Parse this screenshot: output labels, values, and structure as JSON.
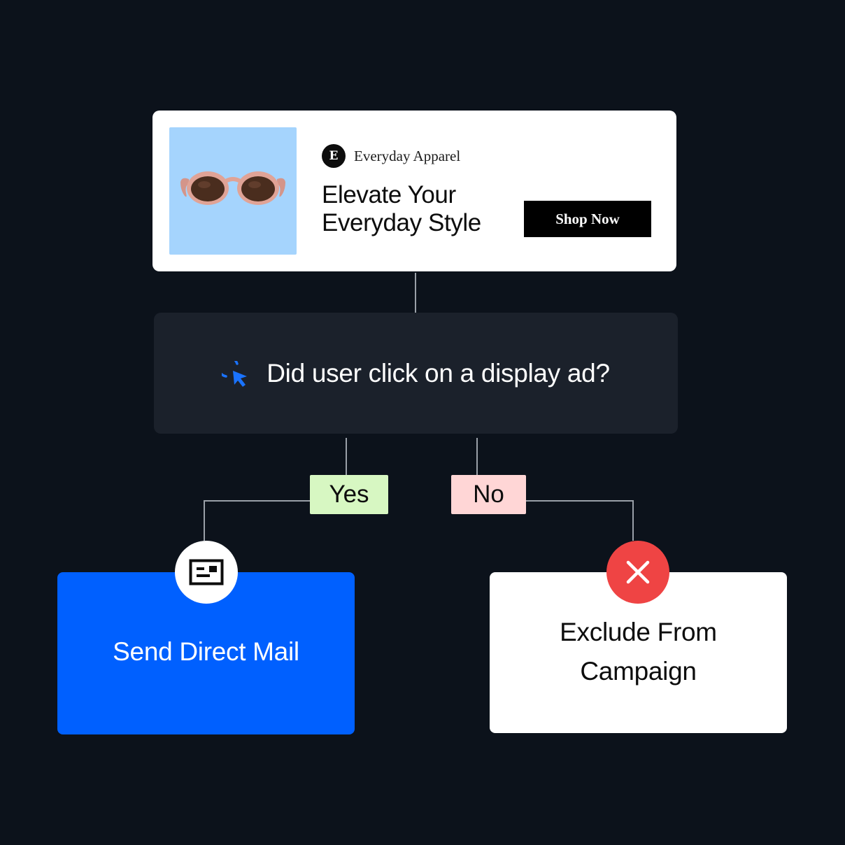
{
  "ad": {
    "brand_initial": "E",
    "brand_name": "Everyday Apparel",
    "headline": "Elevate Your Everyday Style",
    "cta_label": "Shop Now",
    "image_background": "#a5d4fd",
    "image_icon": "sunglasses-icon"
  },
  "decision": {
    "icon": "cursor-click-icon",
    "question": "Did user click on a display ad?"
  },
  "branches": {
    "yes_label": "Yes",
    "no_label": "No",
    "yes_color": "#d7f7c2",
    "no_color": "#ffd6d6"
  },
  "outcomes": {
    "send_mail": {
      "label": "Send Direct Mail",
      "icon": "postcard-icon",
      "color": "#0060ff"
    },
    "exclude": {
      "label": "Exclude From Campaign",
      "icon": "close-icon",
      "icon_color": "#ef4444"
    }
  },
  "colors": {
    "background": "#0c121b",
    "node_dark": "#1b212b",
    "connector": "#9aa0a8",
    "accent": "#0060ff"
  }
}
